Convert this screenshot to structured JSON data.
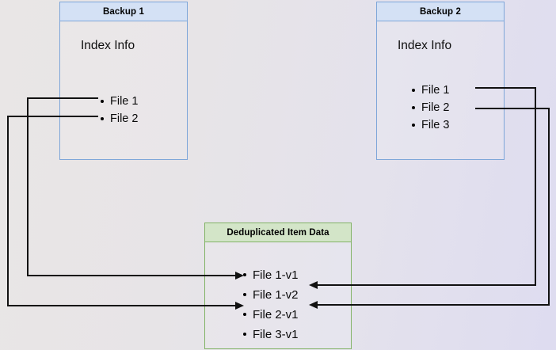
{
  "diagram": {
    "title_backup1": "Backup 1",
    "title_backup2": "Backup 2",
    "title_dedup": "Deduplicated Item Data",
    "caption_index_info": "Index Info",
    "colors": {
      "backup_border": "#7ea6d9",
      "backup_header_fill": "#d4e1f5",
      "dedup_border": "#82b366",
      "dedup_header_fill": "#d3e5c8",
      "connector": "#111111",
      "background_left": "#e9e6e6",
      "background_right": "#dedcf0"
    }
  },
  "backup1": {
    "header": "Backup 1",
    "caption": "Index Info",
    "files": [
      {
        "label": "File 1"
      },
      {
        "label": "File 2"
      }
    ]
  },
  "backup2": {
    "header": "Backup 2",
    "caption": "Index Info",
    "files": [
      {
        "label": "File 1"
      },
      {
        "label": "File 2"
      },
      {
        "label": "File 3"
      }
    ]
  },
  "dedup": {
    "header": "Deduplicated Item Data",
    "items": [
      {
        "label": "File 1-v1"
      },
      {
        "label": "File 1-v2"
      },
      {
        "label": "File 2-v1"
      },
      {
        "label": "File 3-v1"
      }
    ]
  },
  "connectors": [
    {
      "name": "backup1-file1-to-file1v1",
      "from": "Backup 1 / File 1",
      "to": "File 1-v1",
      "direction": "left-around"
    },
    {
      "name": "backup1-file2-to-file2v1",
      "from": "Backup 1 / File 2",
      "to": "File 2-v1",
      "direction": "left-around"
    },
    {
      "name": "backup2-file1-to-file1v2",
      "from": "Backup 2 / File 1",
      "to": "File 1-v2",
      "direction": "right-around"
    },
    {
      "name": "backup2-file2-to-file2v1",
      "from": "Backup 2 / File 2",
      "to": "File 2-v1",
      "direction": "right-around"
    }
  ]
}
